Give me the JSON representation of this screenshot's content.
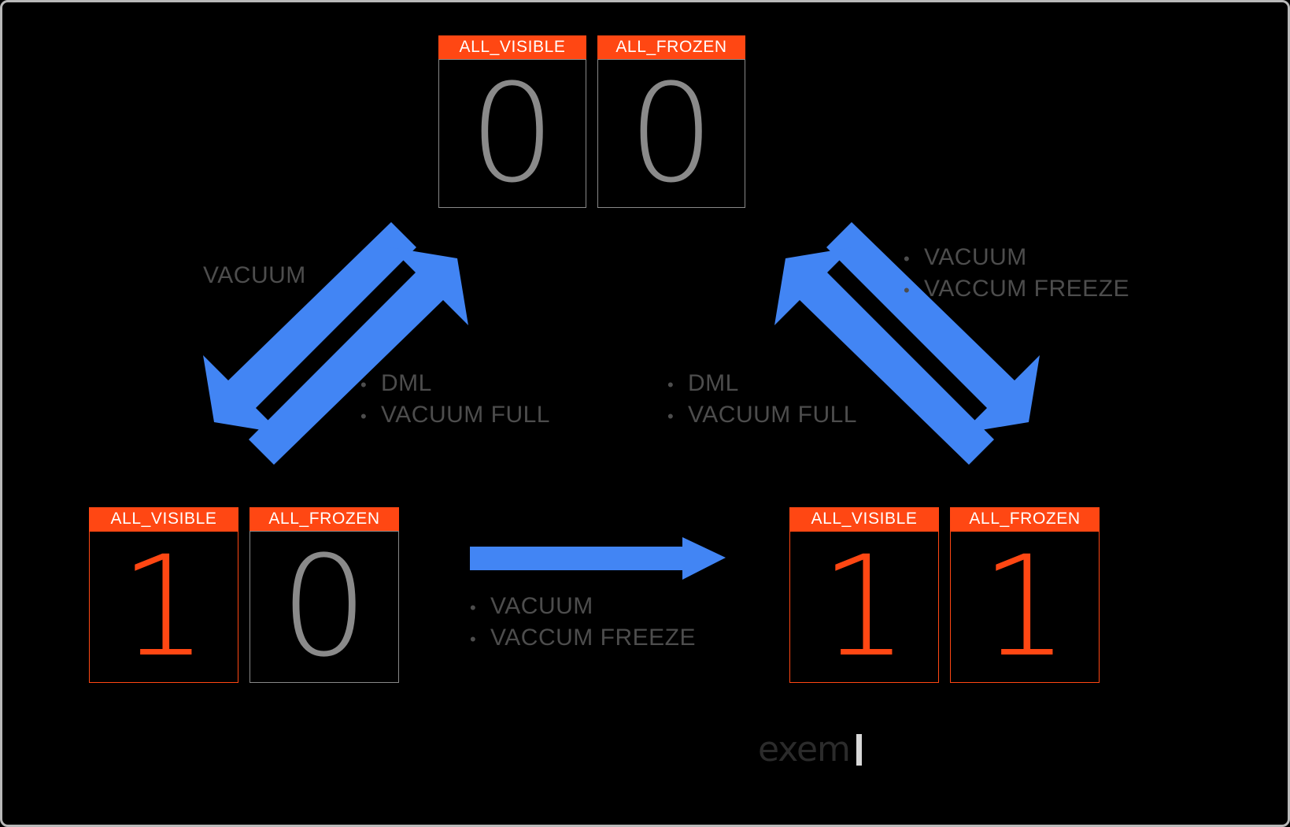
{
  "diagram": {
    "title": "PostgreSQL visibility map flag state transitions",
    "colors": {
      "background": "#000000",
      "header": "#FF4713",
      "arrow": "#4285F4",
      "inactive_digit": "#8a8a8a",
      "active_digit": "#FF4713",
      "label_text": "#4d4d4d",
      "frame_border": "#b9b9b9"
    },
    "groups": {
      "top": {
        "cells": [
          {
            "header": "ALL_VISIBLE",
            "value": "0",
            "state": "inactive"
          },
          {
            "header": "ALL_FROZEN",
            "value": "0",
            "state": "inactive"
          }
        ]
      },
      "bottom_left": {
        "cells": [
          {
            "header": "ALL_VISIBLE",
            "value": "1",
            "state": "active"
          },
          {
            "header": "ALL_FROZEN",
            "value": "0",
            "state": "inactive"
          }
        ]
      },
      "bottom_right": {
        "cells": [
          {
            "header": "ALL_VISIBLE",
            "value": "1",
            "state": "active"
          },
          {
            "header": "ALL_FROZEN",
            "value": "1",
            "state": "active"
          }
        ]
      }
    },
    "labels": {
      "left_vacuum": "VACUUM",
      "left_ops": {
        "bullet": "•",
        "items": [
          "DML",
          "VACUUM FULL"
        ]
      },
      "right_ops": {
        "bullet": "•",
        "items": [
          "DML",
          "VACUUM FULL"
        ]
      },
      "right_vacuum_ops": {
        "bullet": "•",
        "items": [
          "VACUUM",
          "VACCUM FREEZE"
        ]
      },
      "center_ops": {
        "bullet": "•",
        "items": [
          "VACUUM",
          "VACCUM FREEZE"
        ]
      }
    },
    "arrows": [
      {
        "name": "top-to-bottom-left",
        "direction": "down-left"
      },
      {
        "name": "bottom-left-to-top",
        "direction": "up-right"
      },
      {
        "name": "bottom-right-to-top",
        "direction": "up-left"
      },
      {
        "name": "top-to-bottom-right",
        "direction": "down-right"
      },
      {
        "name": "bottom-left-to-bottom-right",
        "direction": "right"
      }
    ],
    "logo": {
      "word": "exem"
    }
  }
}
